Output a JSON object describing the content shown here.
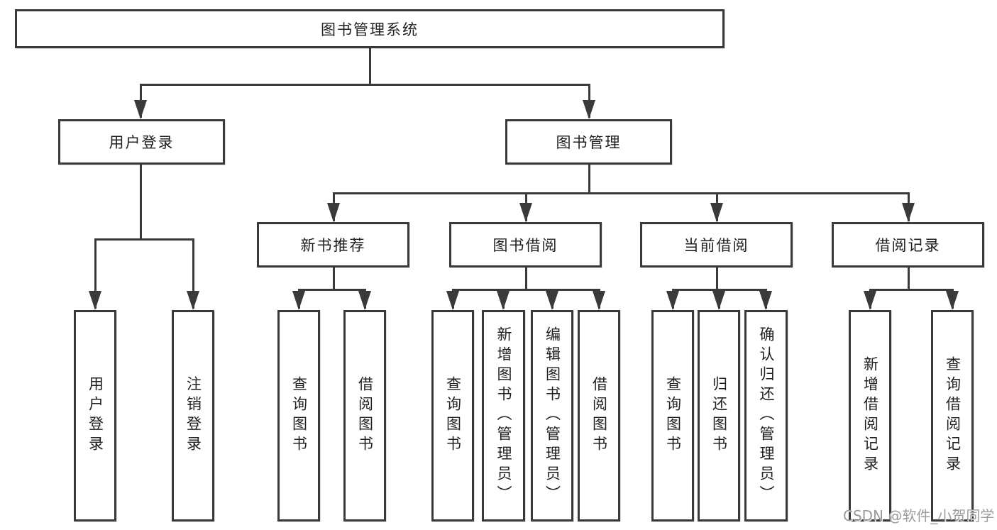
{
  "diagram": {
    "root": {
      "label": "图书管理系统"
    },
    "level2": [
      {
        "label": "用户登录"
      },
      {
        "label": "图书管理"
      }
    ],
    "level3": [
      {
        "label": "新书推荐"
      },
      {
        "label": "图书借阅"
      },
      {
        "label": "当前借阅"
      },
      {
        "label": "借阅记录"
      }
    ],
    "leaves": [
      {
        "label": "用户登录"
      },
      {
        "label": "注销登录"
      },
      {
        "label": "查询图书"
      },
      {
        "label": "借阅图书"
      },
      {
        "label": "查询图书"
      },
      {
        "label": "新增图书（管理员）"
      },
      {
        "label": "编辑图书（管理员）"
      },
      {
        "label": "借阅图书"
      },
      {
        "label": "查询图书"
      },
      {
        "label": "归还图书"
      },
      {
        "label": "确认归还（管理员）"
      },
      {
        "label": "新增借阅记录"
      },
      {
        "label": "查询借阅记录"
      }
    ],
    "watermark": "CSDN @软件_小贺同学",
    "colors": {
      "line": "#3a3a3a",
      "text": "#202020",
      "watermark": "#9c9c9c",
      "background": "#ffffff"
    }
  }
}
